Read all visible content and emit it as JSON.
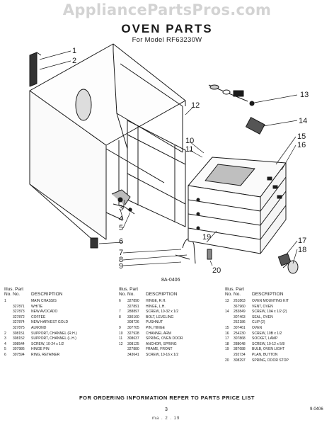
{
  "watermark": "AppliancePartsPros.com",
  "title": "OVEN PARTS",
  "subtitle": "For Model RF63230W",
  "figure_code": "8A-0406",
  "callouts": [
    "1",
    "2",
    "3",
    "4",
    "5",
    "6",
    "7",
    "8",
    "9",
    "10",
    "11",
    "12",
    "13",
    "14",
    "15",
    "16",
    "17",
    "18",
    "19",
    "20"
  ],
  "table": {
    "header_line1": "Illus. Part",
    "header_no1": "No.",
    "header_no2": "No.",
    "header_desc": "DESCRIPTION",
    "columns": [
      {
        "rows": [
          [
            "1",
            "",
            "MAIN CHASSIS"
          ],
          [
            "",
            "327871",
            "WHITE"
          ],
          [
            "",
            "327873",
            "NEW AVOCADO"
          ],
          [
            "",
            "327872",
            "COFFEE"
          ],
          [
            "",
            "327874",
            "NEW HARVEST GOLD"
          ],
          [
            "",
            "327875",
            "ALMOND"
          ],
          [
            "2",
            "308151",
            "SUPPORT, CHANNEL (R.H.)"
          ],
          [
            "3",
            "308152",
            "SUPPORT, CHANNEL (L.H.)"
          ],
          [
            "4",
            "308544",
            "SCREW, 10-24 x 1/2"
          ],
          [
            "5",
            "307986",
            "HINGE PIN"
          ],
          [
            "6",
            "307594",
            "RING, RETAINER"
          ]
        ]
      },
      {
        "rows": [
          [
            "6",
            "327890",
            "HINGE, R.H."
          ],
          [
            "",
            "327891",
            "HINGE, L.H."
          ],
          [
            "7",
            "288897",
            "SCREW, 10-32 x 1/2"
          ],
          [
            "8",
            "330160",
            "BOLT, LEVELING"
          ],
          [
            "",
            "308726",
            "PUSHNUT"
          ],
          [
            "9",
            "307705",
            "PIN, HINGE"
          ],
          [
            "10",
            "327928",
            "CHANNEL ARM"
          ],
          [
            "11",
            "308637",
            "SPRING, OVEN DOOR"
          ],
          [
            "12",
            "308125",
            "ANCHOR, SPRING"
          ],
          [
            "",
            "327880",
            "FRAME, FRONT"
          ],
          [
            "",
            "343641",
            "SCREW, 10-16 x 1/2"
          ]
        ]
      },
      {
        "rows": [
          [
            "13",
            "261863",
            "OVEN MOUNTING KIT"
          ],
          [
            "",
            "367960",
            "VENT, OVEN"
          ],
          [
            "14",
            "283849",
            "SCREW, 10A x 1/2 (2)"
          ],
          [
            "",
            "307463",
            "SEAL, OVEN"
          ],
          [
            "",
            "252186",
            "CLIP (2)"
          ],
          [
            "15",
            "307461",
            "OVEN"
          ],
          [
            "16",
            "254230",
            "SCREW, 10B x 1/2"
          ],
          [
            "17",
            "307868",
            "SOCKET, LAMP"
          ],
          [
            "18",
            "288048",
            "SCREW, 10-12 x 5/8"
          ],
          [
            "19",
            "387688",
            "BULB, OVEN LIGHT"
          ],
          [
            "",
            "292734",
            "PLAN, BUTTON"
          ],
          [
            "20",
            "308297",
            "SPRING, DOOR STOP"
          ]
        ]
      }
    ]
  },
  "footer_note": "FOR ORDERING INFORMATION REFER TO PARTS PRICE LIST",
  "page_number": "3",
  "doc_code": "9-0406",
  "bottom_scribble": "ma . 2 . 19"
}
